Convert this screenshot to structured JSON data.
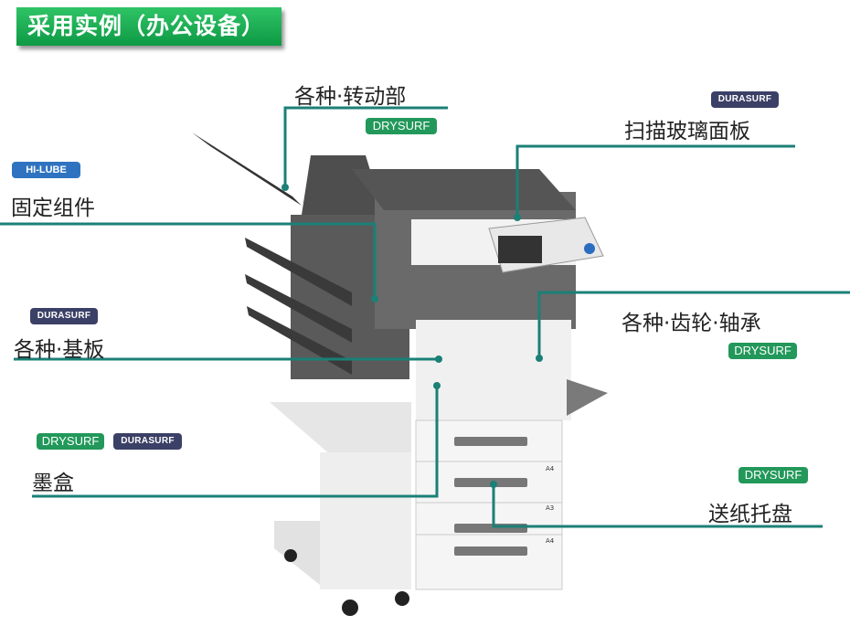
{
  "title": "采用实例（办公设备）",
  "colors": {
    "line": "#1b8077",
    "drysurf": "#22985a",
    "durasurf": "#3b4066",
    "hilube": "#2f73c0"
  },
  "callouts": [
    {
      "label": "各种·转动部",
      "badges": [
        "DRYSURF"
      ]
    },
    {
      "label": "扫描玻璃面板",
      "badges": [
        "DURASURF"
      ]
    },
    {
      "label": "固定组件",
      "badges": [
        "HI-LUBE"
      ]
    },
    {
      "label": "各种·基板",
      "badges": [
        "DURASURF"
      ]
    },
    {
      "label": "各种·齿轮·轴承",
      "badges": [
        "DRYSURF"
      ]
    },
    {
      "label": "墨盒",
      "badges": [
        "DRYSURF",
        "DURASURF"
      ]
    },
    {
      "label": "送纸托盘",
      "badges": [
        "DRYSURF"
      ]
    }
  ],
  "tray_labels": [
    "A4",
    "A3",
    "A4"
  ]
}
